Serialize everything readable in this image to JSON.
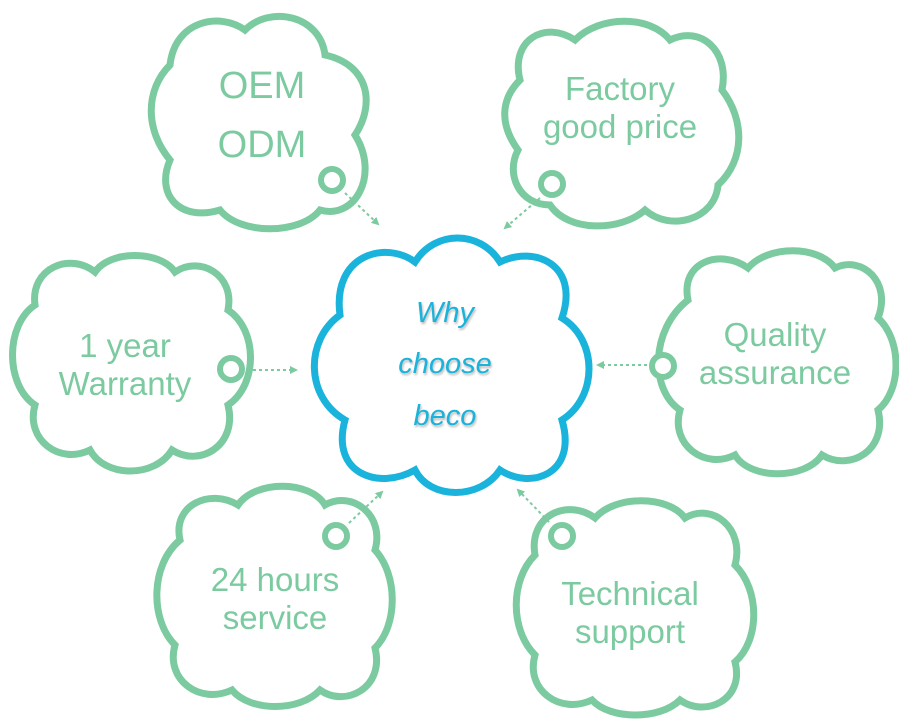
{
  "diagram": {
    "colors": {
      "node": "#7ccaa0",
      "center": "#19b3dc",
      "connector": "#7ccaa0"
    },
    "center": {
      "line1": "Why",
      "line2": "choose",
      "line3": "beco"
    },
    "nodes": {
      "oem": {
        "line1": "OEM",
        "line2": "ODM"
      },
      "factory": {
        "line1": "Factory",
        "line2": "good price"
      },
      "warranty": {
        "line1": "1 year",
        "line2": "Warranty"
      },
      "quality": {
        "line1": "Quality",
        "line2": "assurance"
      },
      "service": {
        "line1": "24 hours",
        "line2": "service"
      },
      "technical": {
        "line1": "Technical",
        "line2": "support"
      }
    }
  }
}
